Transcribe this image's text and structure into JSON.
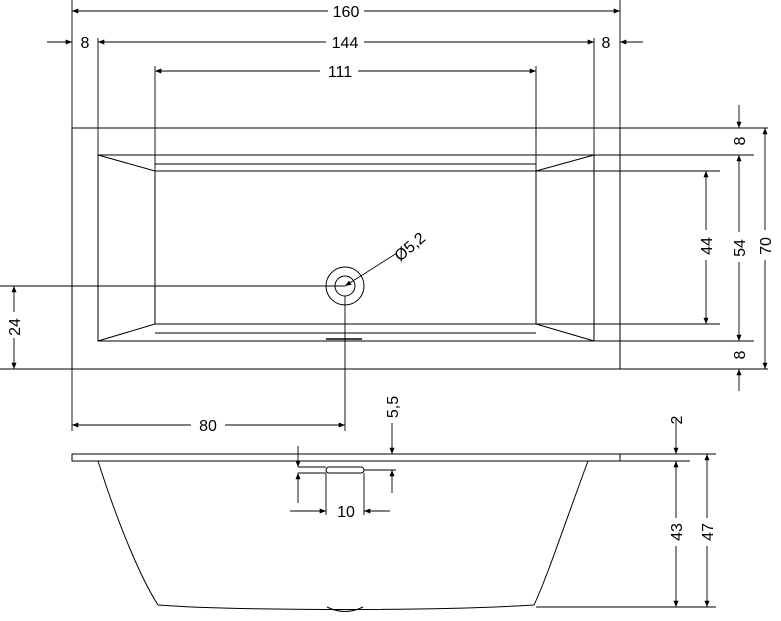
{
  "drawing": {
    "top_view": {
      "overall_length": "160",
      "side_rim_left": "8",
      "inner_top_length": "144",
      "side_rim_right": "8",
      "bottom_length": "111",
      "drain_diameter": "Ø5,2",
      "rim_top": "8",
      "inner_bottom_width": "44",
      "inner_top_width": "54",
      "overall_width": "70",
      "rim_bottom": "8",
      "drain_offset_y": "24",
      "drain_offset_x": "80"
    },
    "side_view": {
      "rim_thickness": "2",
      "overflow_height": "5,5",
      "overflow_width": "10",
      "inner_depth": "43",
      "total_height": "47"
    }
  }
}
